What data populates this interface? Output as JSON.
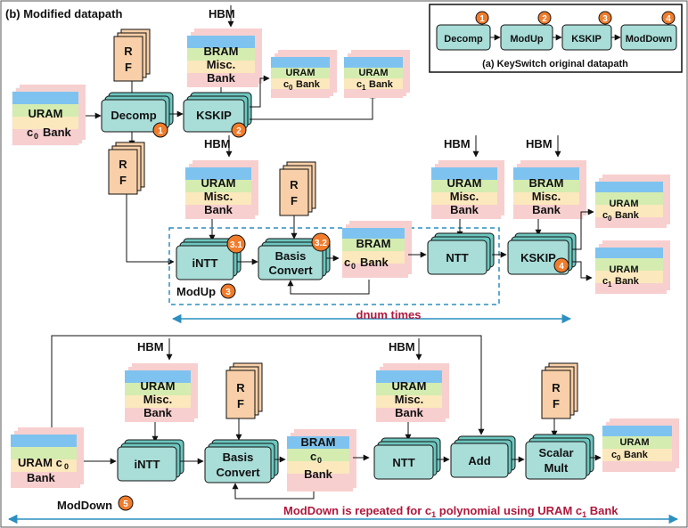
{
  "title_b": "(b) Modified datapath",
  "original": {
    "caption": "(a) KeySwitch original datapath",
    "stages": [
      {
        "label": "Decomp",
        "num": "1"
      },
      {
        "label": "ModUp",
        "num": "2"
      },
      {
        "label": "KSKIP",
        "num": "3"
      },
      {
        "label": "ModDown",
        "num": "4"
      }
    ]
  },
  "labels": {
    "hbm": "HBM",
    "rf": [
      "R",
      "F"
    ],
    "bram_misc": [
      "BRAM",
      "Misc.",
      "Bank"
    ],
    "uram_misc": [
      "URAM",
      "Misc.",
      "Bank"
    ],
    "uram_c0_in": [
      "URAM",
      "c",
      "0",
      "Bank"
    ],
    "uram_c0_small": [
      "URAM",
      "c",
      "0",
      "Bank"
    ],
    "uram_c1_small": [
      "URAM",
      "c",
      "1",
      "Bank"
    ],
    "bram_c0": [
      "BRAM",
      "c",
      "0",
      "Bank"
    ],
    "uram_c0_md": [
      "URAM c",
      "0",
      "Bank"
    ],
    "bram_c0_md": [
      "BRAM",
      "c",
      "0",
      "Bank"
    ]
  },
  "blocks": {
    "decomp": "Decomp",
    "kskip": "KSKIP",
    "intt": "iNTT",
    "basis": [
      "Basis",
      "Convert"
    ],
    "ntt": "NTT",
    "add": "Add",
    "scalar": [
      "Scalar",
      "Mult"
    ]
  },
  "nums": {
    "n1": "1",
    "n2": "2",
    "n31": "3.1",
    "n32": "3.2",
    "n3": "3",
    "n4": "4",
    "n5": "5"
  },
  "modup_label": "ModUp",
  "dnum_label": "dnum times",
  "moddown_label": "ModDown",
  "moddown_note": [
    "ModDown is repeated for c",
    "1",
    " polynomial using URAM c",
    "1",
    " Bank"
  ]
}
